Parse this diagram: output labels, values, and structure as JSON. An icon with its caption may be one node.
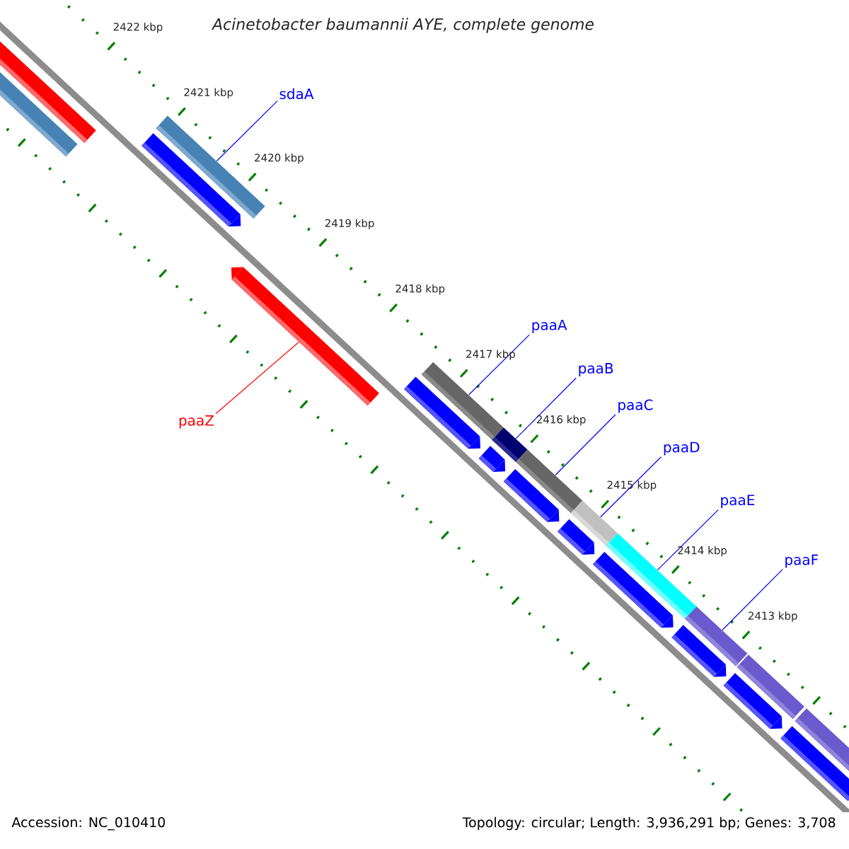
{
  "diagram": {
    "title": "Acinetobacter baumannii AYE, complete genome",
    "nodes": [
      {
        "text": [
          "sdaA"
        ]
      },
      {
        "text": [
          "paaA"
        ]
      },
      {
        "text": [
          "paaB"
        ]
      },
      {
        "text": [
          "paaC"
        ]
      },
      {
        "text": [
          "paaZ"
        ]
      },
      {
        "text": [
          "paaD"
        ]
      },
      {
        "text": [
          "paaE"
        ]
      },
      {
        "text": [
          "paaF"
        ]
      },
      {
        "text": [],
        "shape": "bar"
      },
      {
        "text": [],
        "shape": "bar"
      },
      {
        "text": [],
        "shape": "bar"
      },
      {
        "text": [],
        "shape": "bar"
      },
      {
        "text": [],
        "shape": "bar"
      },
      {
        "text": [],
        "shape": "bar"
      },
      {
        "text": [],
        "shape": "bar"
      },
      {
        "text": [],
        "shape": "bar"
      },
      {
        "text": [],
        "shape": "bar"
      },
      {
        "text": [],
        "shape": "bar"
      },
      {
        "text": [],
        "shape": "bar"
      },
      {
        "text": [],
        "shape": "bar"
      },
      {
        "text": [],
        "shape": "bar"
      },
      {
        "text": [],
        "shape": "bar"
      },
      {
        "text": [],
        "shape": "bar"
      },
      {
        "text": [],
        "shape": "bar"
      },
      {
        "text": [],
        "shape": "bar"
      },
      {
        "text": [],
        "shape": "bar"
      },
      {
        "text": [],
        "shape": "bar"
      },
      {
        "text": [],
        "shape": "bar"
      },
      {
        "text": [],
        "shape": "bar"
      }
    ],
    "edges": [
      {
        "from": 0,
        "to": 10,
        "arrow": "none"
      },
      {
        "from": 1,
        "to": 14,
        "arrow": "none"
      },
      {
        "from": 2,
        "to": 15,
        "arrow": "none"
      },
      {
        "from": 3,
        "to": 17,
        "arrow": "none"
      },
      {
        "from": 4,
        "to": 12,
        "arrow": "none",
        "color": "#ff0000"
      },
      {
        "from": 5,
        "to": 19,
        "arrow": "none"
      },
      {
        "from": 6,
        "to": 21,
        "arrow": "none"
      },
      {
        "from": 7,
        "to": 23,
        "arrow": "none"
      }
    ],
    "labels": [
      "2422 kbp",
      "2421 kbp",
      "2420 kbp",
      "2419 kbp",
      "2418 kbp",
      "2417 kbp",
      "2416 kbp",
      "2415 kbp",
      "2414 kbp",
      "2413 kbp",
      "Accession: NC_010410",
      "Topology: circular; Length: 3,936,291 bp; Genes: 3,708"
    ]
  }
}
